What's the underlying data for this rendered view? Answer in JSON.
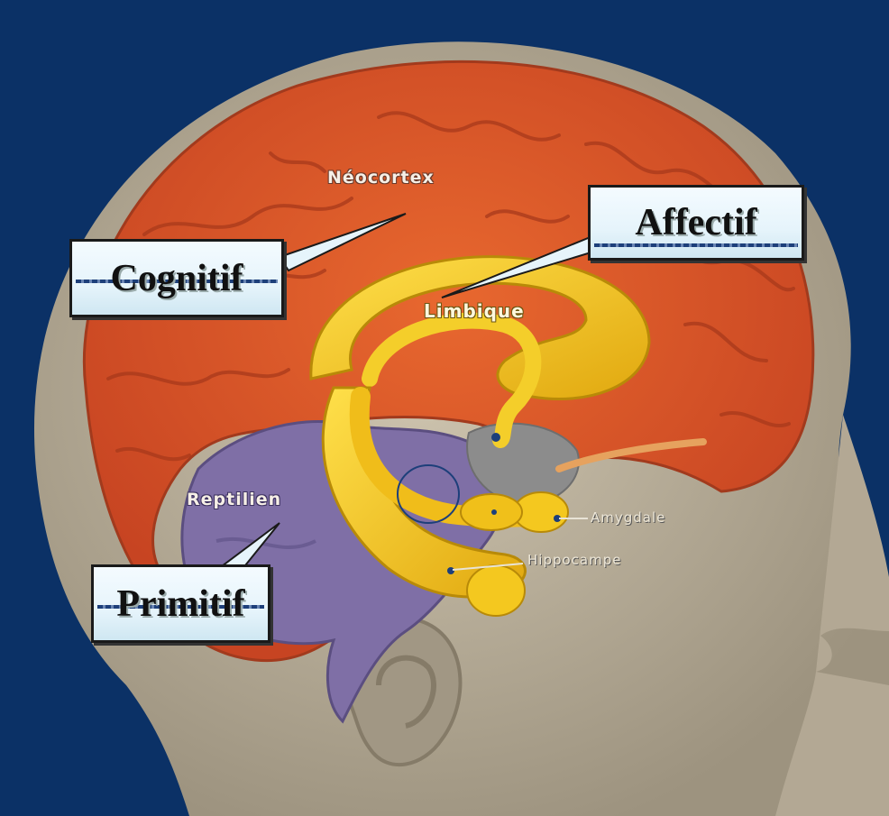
{
  "labels": {
    "neocortex": "Néocortex",
    "limbique": "Limbique",
    "reptilien": "Reptilien",
    "amygdale": "Amygdale",
    "hippocampe": "Hippocampe"
  },
  "boxes": {
    "cognitif": "Cognitif",
    "affectif": "Affectif",
    "primitif": "Primitif"
  },
  "colors": {
    "background": "#0b3166",
    "head": "#b8ad98",
    "neocortex": "#d9562a",
    "limbic": "#f2c21c",
    "reptilian": "#7f6fa6",
    "box": "#e6f4fb"
  }
}
